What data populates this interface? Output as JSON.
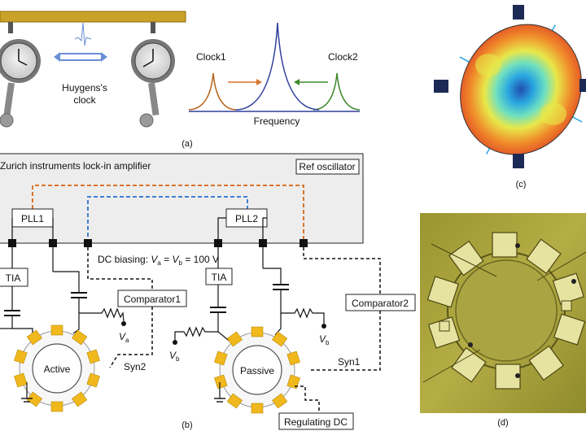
{
  "panel_a": {
    "caption": "(a)",
    "huygens_label_line1": "Huygens's",
    "huygens_label_line2": "clock",
    "clock1_label": "Clock1",
    "clock2_label": "Clock2",
    "frequency_label": "Frequency",
    "colors": {
      "bar": "#c9a227",
      "clock1": "#b8651b",
      "clock2": "#3f8a2b",
      "sync": "#2f3f9a",
      "coupling": "#6a8ed8"
    }
  },
  "panel_b": {
    "caption": "(b)",
    "instrument_title": "Zurich instruments lock-in amplifier",
    "ref_oscillator": "Ref oscillator",
    "pll1": "PLL1",
    "pll2": "PLL2",
    "dc_biasing_prefix": "DC biasing: ",
    "dc_biasing_va": "V",
    "dc_biasing_va_sub": "a",
    "dc_biasing_eq": " = ",
    "dc_biasing_vb": "V",
    "dc_biasing_vb_sub": "b",
    "dc_biasing_value": " = 100 V",
    "tia_left": "TIA",
    "tia_right": "TIA",
    "comparator1": "Comparator1",
    "comparator2": "Comparator2",
    "va": "V",
    "va_sub": "a",
    "vb_left": "V",
    "vb_left_sub": "b",
    "vb_right": "V",
    "vb_right_sub": "b",
    "active": "Active",
    "passive": "Passive",
    "syn1": "Syn1",
    "syn2": "Syn2",
    "regulating_dc": "Regulating DC",
    "colors": {
      "ref_line_orange": "#d9742b",
      "ref_line_blue": "#3f7fd0",
      "electrode": "#f0b81c",
      "panel_fill": "#ededed"
    }
  },
  "panel_c": {
    "caption": "(c)"
  },
  "panel_d": {
    "caption": "(d)"
  }
}
